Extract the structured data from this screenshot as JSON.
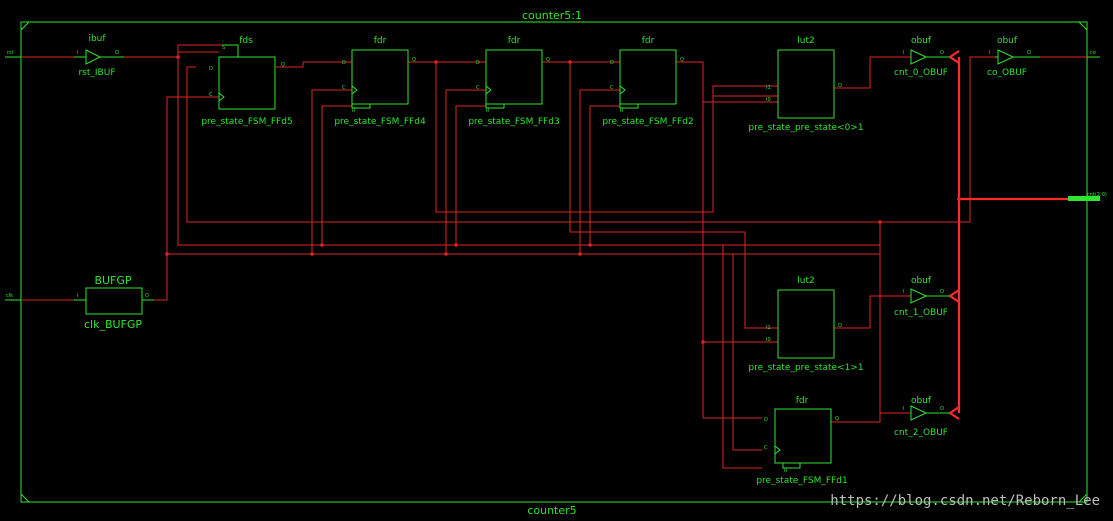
{
  "schematic": {
    "instance_title": "counter5:1",
    "module_name": "counter5",
    "watermark": "https://blog.csdn.net/Reborn_Lee",
    "ports": {
      "rst": "rst",
      "clk": "clk",
      "co": "co",
      "cnt": "cnt(2:0)"
    },
    "cells": {
      "rst_ibuf": {
        "type": "ibuf",
        "name": "rst_IBUF",
        "pin_i": "I",
        "pin_o": "O"
      },
      "clk_bufgp": {
        "type": "BUFGP",
        "name": "clk_BUFGP",
        "pin_i": "I",
        "pin_o": "O"
      },
      "ffd5": {
        "type": "fds",
        "name": "pre_state_FSM_FFd5",
        "pin_s": "S",
        "pin_d": "D",
        "pin_c": "C",
        "pin_q": "Q"
      },
      "ffd4": {
        "type": "fdr",
        "name": "pre_state_FSM_FFd4",
        "pin_d": "D",
        "pin_c": "C",
        "pin_r": "R",
        "pin_q": "Q"
      },
      "ffd3": {
        "type": "fdr",
        "name": "pre_state_FSM_FFd3",
        "pin_d": "D",
        "pin_c": "C",
        "pin_r": "R",
        "pin_q": "Q"
      },
      "ffd2": {
        "type": "fdr",
        "name": "pre_state_FSM_FFd2",
        "pin_d": "D",
        "pin_c": "C",
        "pin_r": "R",
        "pin_q": "Q"
      },
      "ffd1": {
        "type": "fdr",
        "name": "pre_state_FSM_FFd1",
        "pin_d": "D",
        "pin_c": "C",
        "pin_r": "R",
        "pin_q": "Q"
      },
      "lut0": {
        "type": "lut2",
        "name": "pre_state_pre_state<0>1",
        "pin_i1": "I1",
        "pin_i0": "I0",
        "pin_o": "O"
      },
      "lut1": {
        "type": "lut2",
        "name": "pre_state_pre_state<1>1",
        "pin_i1": "I1",
        "pin_i0": "I0",
        "pin_o": "O"
      },
      "cnt0": {
        "type": "obuf",
        "name": "cnt_0_OBUF",
        "pin_i": "I",
        "pin_o": "O"
      },
      "cnt1": {
        "type": "obuf",
        "name": "cnt_1_OBUF",
        "pin_i": "I",
        "pin_o": "O"
      },
      "cnt2": {
        "type": "obuf",
        "name": "cnt_2_OBUF",
        "pin_i": "I",
        "pin_o": "O"
      },
      "co": {
        "type": "obuf",
        "name": "co_OBUF",
        "pin_i": "I",
        "pin_o": "O"
      }
    }
  },
  "colors": {
    "background": "#000000",
    "cell": "#2fe52f",
    "wire": "#e02424",
    "bus": "#ff2a2a"
  }
}
